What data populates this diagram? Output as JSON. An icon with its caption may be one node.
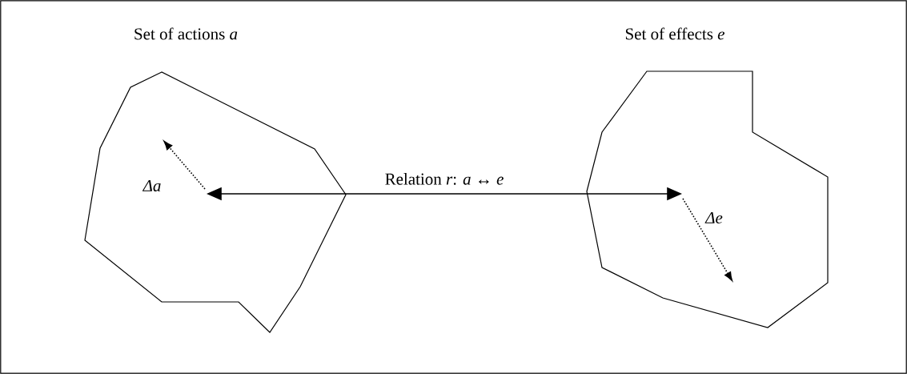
{
  "diagram": {
    "nodes": [
      {
        "text": [
          "Set of actions *a*"
        ]
      },
      {
        "text": [
          "Set of effects *e*"
        ]
      }
    ],
    "edges": [
      {
        "from": 0,
        "to": 1,
        "arrow": "both",
        "label": "Relation *r*: *a* ↔ *e*"
      }
    ],
    "labels": [
      "Δa",
      "Δe"
    ]
  }
}
